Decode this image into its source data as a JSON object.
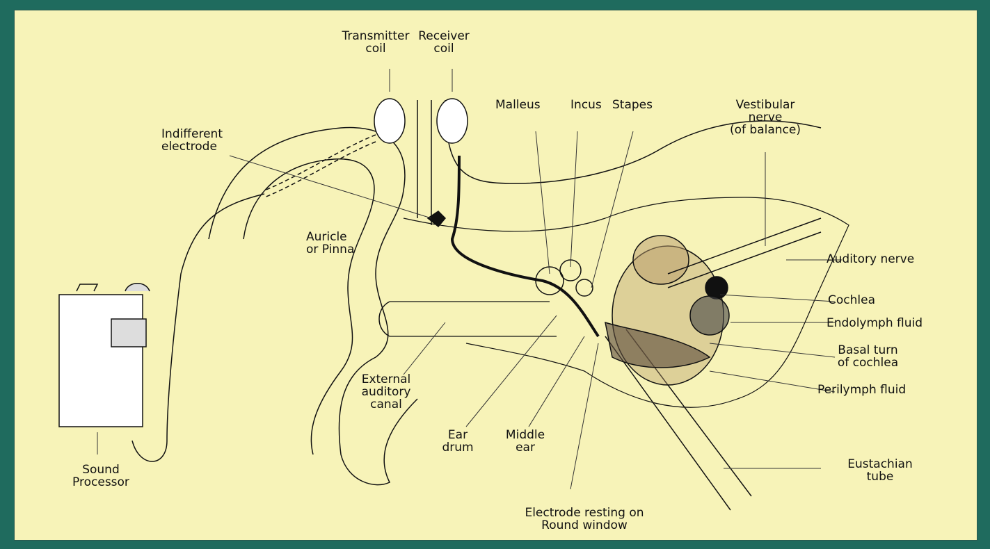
{
  "labels": {
    "transmitter_coil": "Transmitter\ncoil",
    "receiver_coil": "Receiver\ncoil",
    "indifferent_electrode": "Indifferent\nelectrode",
    "malleus": "Malleus",
    "incus": "Incus",
    "stapes": "Stapes",
    "vestibular_nerve": "Vestibular\nnerve\n(of balance)",
    "auricle": "Auricle\nor Pinna",
    "auditory_nerve": "Auditory nerve",
    "cochlea": "Cochlea",
    "endolymph": "Endolymph fluid",
    "basal_turn": "Basal turn\nof cochlea",
    "perilymph": "Perilymph fluid",
    "external_canal": "External\nauditory\ncanal",
    "ear_drum": "Ear\ndrum",
    "middle_ear": "Middle\near",
    "eustachian": "Eustachian\ntube",
    "electrode_round_window": "Electrode resting on\nRound window",
    "sound_processor": "Sound\nProcessor"
  },
  "colors": {
    "background": "#1f6b5e",
    "panel": "#f7f3b8",
    "ink": "#111111",
    "bone_shade": "#b79a6a"
  }
}
